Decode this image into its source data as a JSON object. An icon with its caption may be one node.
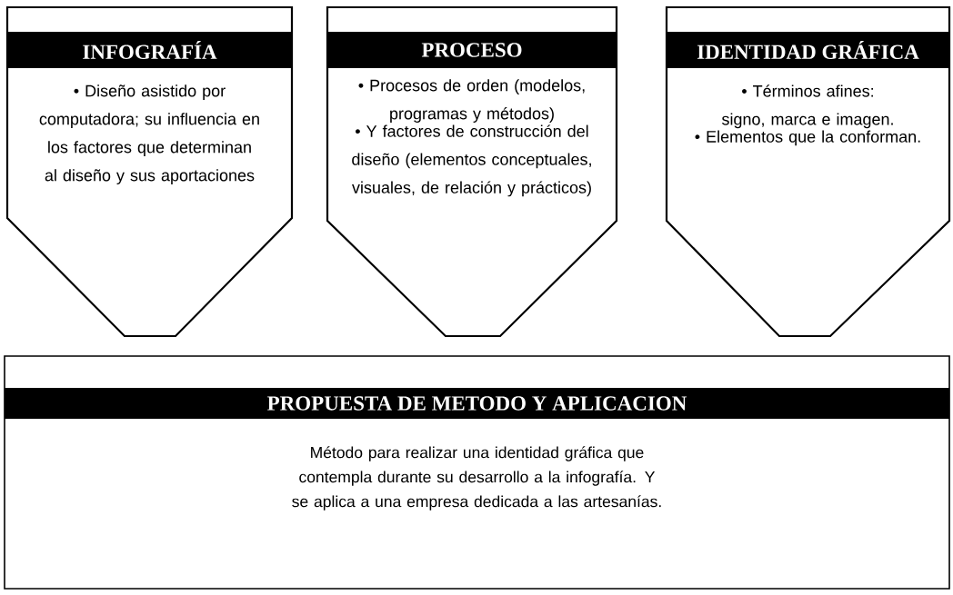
{
  "diagram": {
    "nodes": [
      {
        "text": [
          "INFOGRAFÍA",
          "• Diseño asistido por computadora; su influencia en los factores que determinan al diseño y sus aportaciones"
        ]
      },
      {
        "text": [
          "PROCESO",
          "• Procesos de orden (modelos, programas y métodos)",
          "• Y factores de construcción del diseño (elementos conceptuales, visuales, de relación y prácticos)"
        ]
      },
      {
        "text": [
          "IDENTIDAD GRÁFICA",
          "• Términos afines: signo, marca e imagen.",
          "• Elementos que la conforman."
        ]
      },
      {
        "text": [
          "PROPUESTA DE METODO Y APLICACION",
          "Método para realizar una identidad gráfica que contempla durante su desarrollo a la infografía. Y se aplica a una empresa dedicada a las artesanías."
        ]
      }
    ]
  }
}
